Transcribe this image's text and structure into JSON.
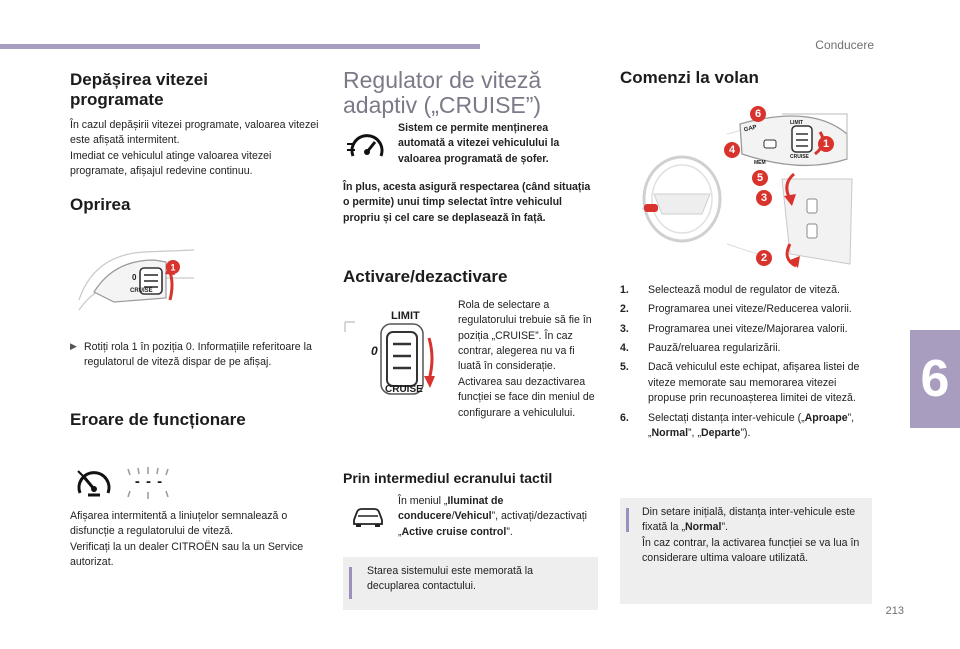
{
  "header": {
    "section": "Conducere",
    "chapter": "6",
    "page": "213"
  },
  "col1": {
    "overspeed_title": "Depășirea vitezei programate",
    "overspeed_text": "În cazul depășirii vitezei programate, valoarea vitezei este afișată intermitent.\nImediat ce vehiculul atinge valoarea vitezei programate, afișajul redevine continuu.",
    "stop_title": "Oprirea",
    "stop_bullet": "Rotiți rola 1 în poziția 0. Informațiile referitoare la regulatorul de viteză dispar de pe afișaj.",
    "error_title": "Eroare de funcționare",
    "error_text": "Afișarea intermitentă a liniuțelor semnalează o disfuncție a regulatorului de viteză.\nVerificați la un dealer CITROËN sau la un Service autorizat.",
    "dashes_symbol": "- - -",
    "stalk_label_cruise": "CRUISE",
    "stalk_label_zero": "0"
  },
  "col2": {
    "title": "Regulator de viteză adaptiv („CRUISE”)",
    "intro": "Sistem ce permite menținerea automată a vitezei vehiculului la valoarea programată de șofer.",
    "extra": "În plus, acesta asigură respectarea (când situația o permite) unui timp selectat între vehiculul propriu și cel care se deplasează în față.",
    "activation_title": "Activare/dezactivare",
    "roller_limit": "LIMIT",
    "roller_zero": "0",
    "roller_cruise": "CRUISE",
    "activation_text": "Rola de selectare a regulatorului trebuie să fie în poziția „CRUISE”. În caz contrar, alegerea nu va fi luată în considerație.\nActivarea sau dezactivarea funcției se face din meniul de configurare a vehiculului.",
    "touch_title": "Prin intermediul ecranului tactil",
    "touch_prefix": "În meniul „",
    "touch_menu": "Iluminat de conducere",
    "touch_slash": "/",
    "touch_vehicle": "Vehicul",
    "touch_mid": "”, activați/dezactivați „",
    "touch_option": "Active cruise control",
    "touch_suffix": "”.",
    "note": "Starea sistemului este memorată la decuplarea contactului."
  },
  "col3": {
    "title": "Comenzi la volan",
    "callouts": [
      "6",
      "4",
      "1",
      "5",
      "3",
      "2"
    ],
    "items": [
      {
        "n": "1.",
        "text": "Selectează modul de regulator de viteză."
      },
      {
        "n": "2.",
        "text": "Programarea unei viteze/Reducerea valorii."
      },
      {
        "n": "3.",
        "text": "Programarea unei viteze/Majorarea valorii."
      },
      {
        "n": "4.",
        "text": "Pauză/reluarea regularizării."
      },
      {
        "n": "5.",
        "text": "Dacă vehiculul este echipat, afișarea listei de viteze memorate sau memorarea vitezei propuse prin recunoașterea limitei de viteză."
      }
    ],
    "item6_n": "6.",
    "item6_prefix": "Selectați distanța inter-vehicule („",
    "item6_a": "Aproape",
    "item6_sep1": "”, „",
    "item6_b": "Normal",
    "item6_sep2": "”, „",
    "item6_c": "Departe",
    "item6_suffix": "”).",
    "note_line1_prefix": "Din setare inițială, distanța inter-vehicule este fixată la „",
    "note_line1_value": "Normal",
    "note_line1_suffix": "”.",
    "note_line2": "În caz contrar, la activarea funcției se va lua în considerare ultima valoare utilizată.",
    "stalk_labels": {
      "gap": "GAP",
      "limit": "LIMIT",
      "cruise": "CRUISE",
      "mem": "MEM"
    }
  },
  "colors": {
    "accent": "#a89cbf",
    "callout_red": "#d9332e",
    "note_bg": "#eeeeee"
  },
  "icons": [
    "speedometer-icon",
    "speedometer-warning-icon",
    "car-icon",
    "info-icon"
  ]
}
